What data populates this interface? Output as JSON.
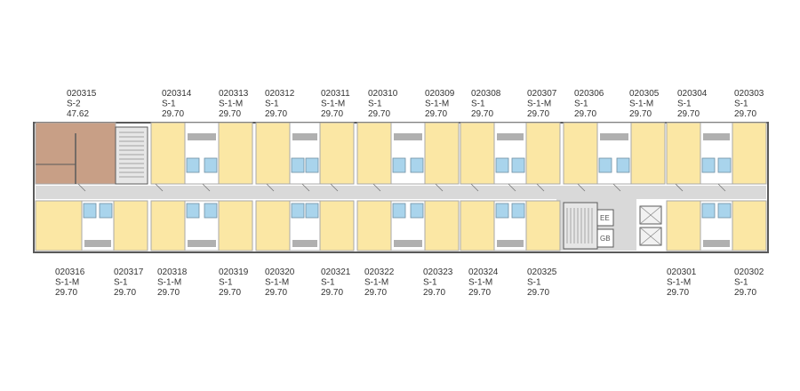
{
  "colors": {
    "unit_fill": "#fbe7a4",
    "unit_selected_fill": "#c89f86",
    "unit_stroke": "#a9a9a9",
    "corridor_fill": "#d9d9d9",
    "wall": "#5a5a5a",
    "bathroom_fill": "#a9d4ec",
    "service_fill": "#e6e6e6"
  },
  "services": {
    "ee": "EE",
    "gb": "GB"
  },
  "units_top": [
    {
      "id": "020315",
      "type": "S-2",
      "area": "47.62",
      "selected": true
    },
    {
      "id": "020314",
      "type": "S-1",
      "area": "29.70"
    },
    {
      "id": "020313",
      "type": "S-1-M",
      "area": "29.70"
    },
    {
      "id": "020312",
      "type": "S-1",
      "area": "29.70"
    },
    {
      "id": "020311",
      "type": "S-1-M",
      "area": "29.70"
    },
    {
      "id": "020310",
      "type": "S-1",
      "area": "29.70"
    },
    {
      "id": "020309",
      "type": "S-1-M",
      "area": "29.70"
    },
    {
      "id": "020308",
      "type": "S-1",
      "area": "29.70"
    },
    {
      "id": "020307",
      "type": "S-1-M",
      "area": "29.70"
    },
    {
      "id": "020306",
      "type": "S-1",
      "area": "29.70"
    },
    {
      "id": "020305",
      "type": "S-1-M",
      "area": "29.70"
    },
    {
      "id": "020304",
      "type": "S-1",
      "area": "29.70"
    },
    {
      "id": "020303",
      "type": "S-1",
      "area": "29.70"
    }
  ],
  "units_bottom": [
    {
      "id": "020316",
      "type": "S-1-M",
      "area": "29.70"
    },
    {
      "id": "020317",
      "type": "S-1",
      "area": "29.70"
    },
    {
      "id": "020318",
      "type": "S-1-M",
      "area": "29.70"
    },
    {
      "id": "020319",
      "type": "S-1",
      "area": "29.70"
    },
    {
      "id": "020320",
      "type": "S-1-M",
      "area": "29.70"
    },
    {
      "id": "020321",
      "type": "S-1",
      "area": "29.70"
    },
    {
      "id": "020322",
      "type": "S-1-M",
      "area": "29.70"
    },
    {
      "id": "020323",
      "type": "S-1",
      "area": "29.70"
    },
    {
      "id": "020324",
      "type": "S-1-M",
      "area": "29.70"
    },
    {
      "id": "020325",
      "type": "S-1",
      "area": "29.70"
    },
    {
      "id": "020301",
      "type": "S-1-M",
      "area": "29.70"
    },
    {
      "id": "020302",
      "type": "S-1",
      "area": "29.70"
    }
  ]
}
